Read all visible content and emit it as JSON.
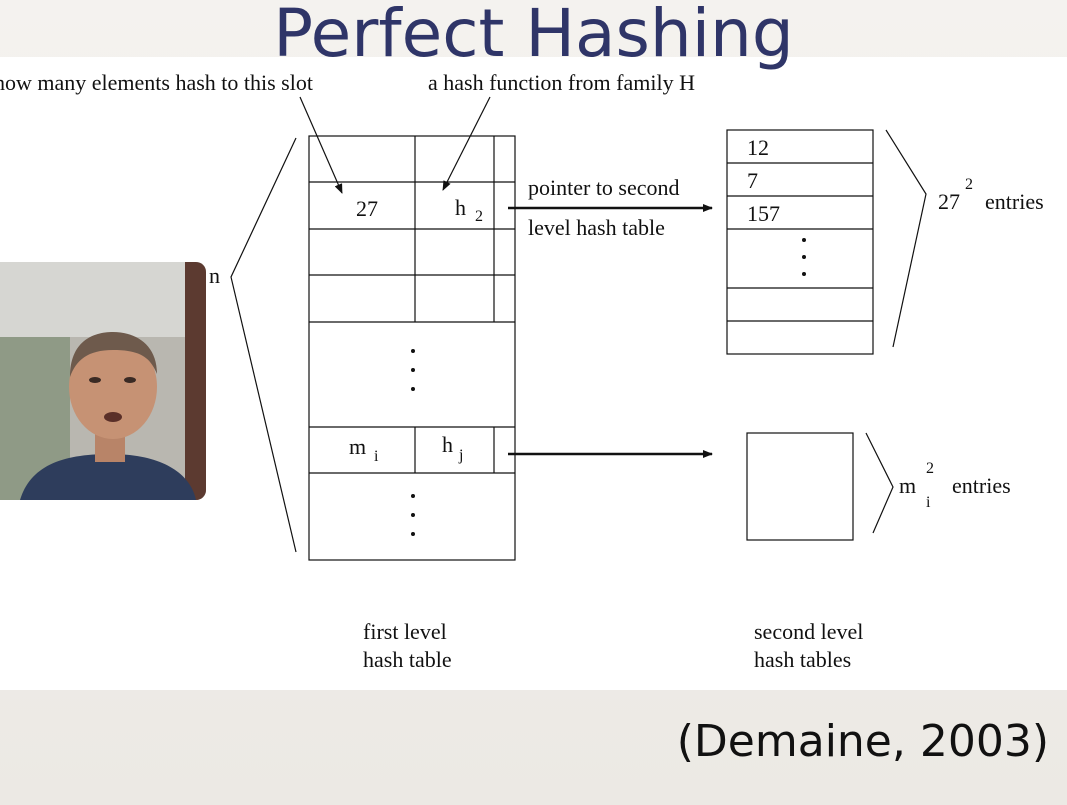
{
  "slide": {
    "title": "Perfect Hashing",
    "citation": "(Demaine, 2003)"
  },
  "diagram": {
    "annotation_slot_count": "how many elements hash to this slot",
    "annotation_hash_function": "a hash function from family H",
    "label_n": "n",
    "first_table": {
      "count_cell": "27",
      "hash_cell_letter": "h",
      "hash_cell_sub": "2",
      "m_letter": "m",
      "m_sub": "i",
      "hj_letter": "h",
      "hj_sub": "j",
      "caption_line1": "first level",
      "caption_line2": "hash table"
    },
    "pointer_line1": "pointer to second",
    "pointer_line2": "level hash table",
    "second_table_top": {
      "cells": [
        "12",
        "7",
        "157"
      ],
      "size_base": "27",
      "size_exp": "2",
      "size_suffix": "entries"
    },
    "second_table_bottom": {
      "size_base": "m",
      "size_sub": "i",
      "size_exp": "2",
      "size_suffix": "entries"
    },
    "caption_second_line1": "second level",
    "caption_second_line2": "hash tables"
  },
  "colors": {
    "title": "#2f3568",
    "ink": "#111111",
    "background": "#f1efec"
  }
}
